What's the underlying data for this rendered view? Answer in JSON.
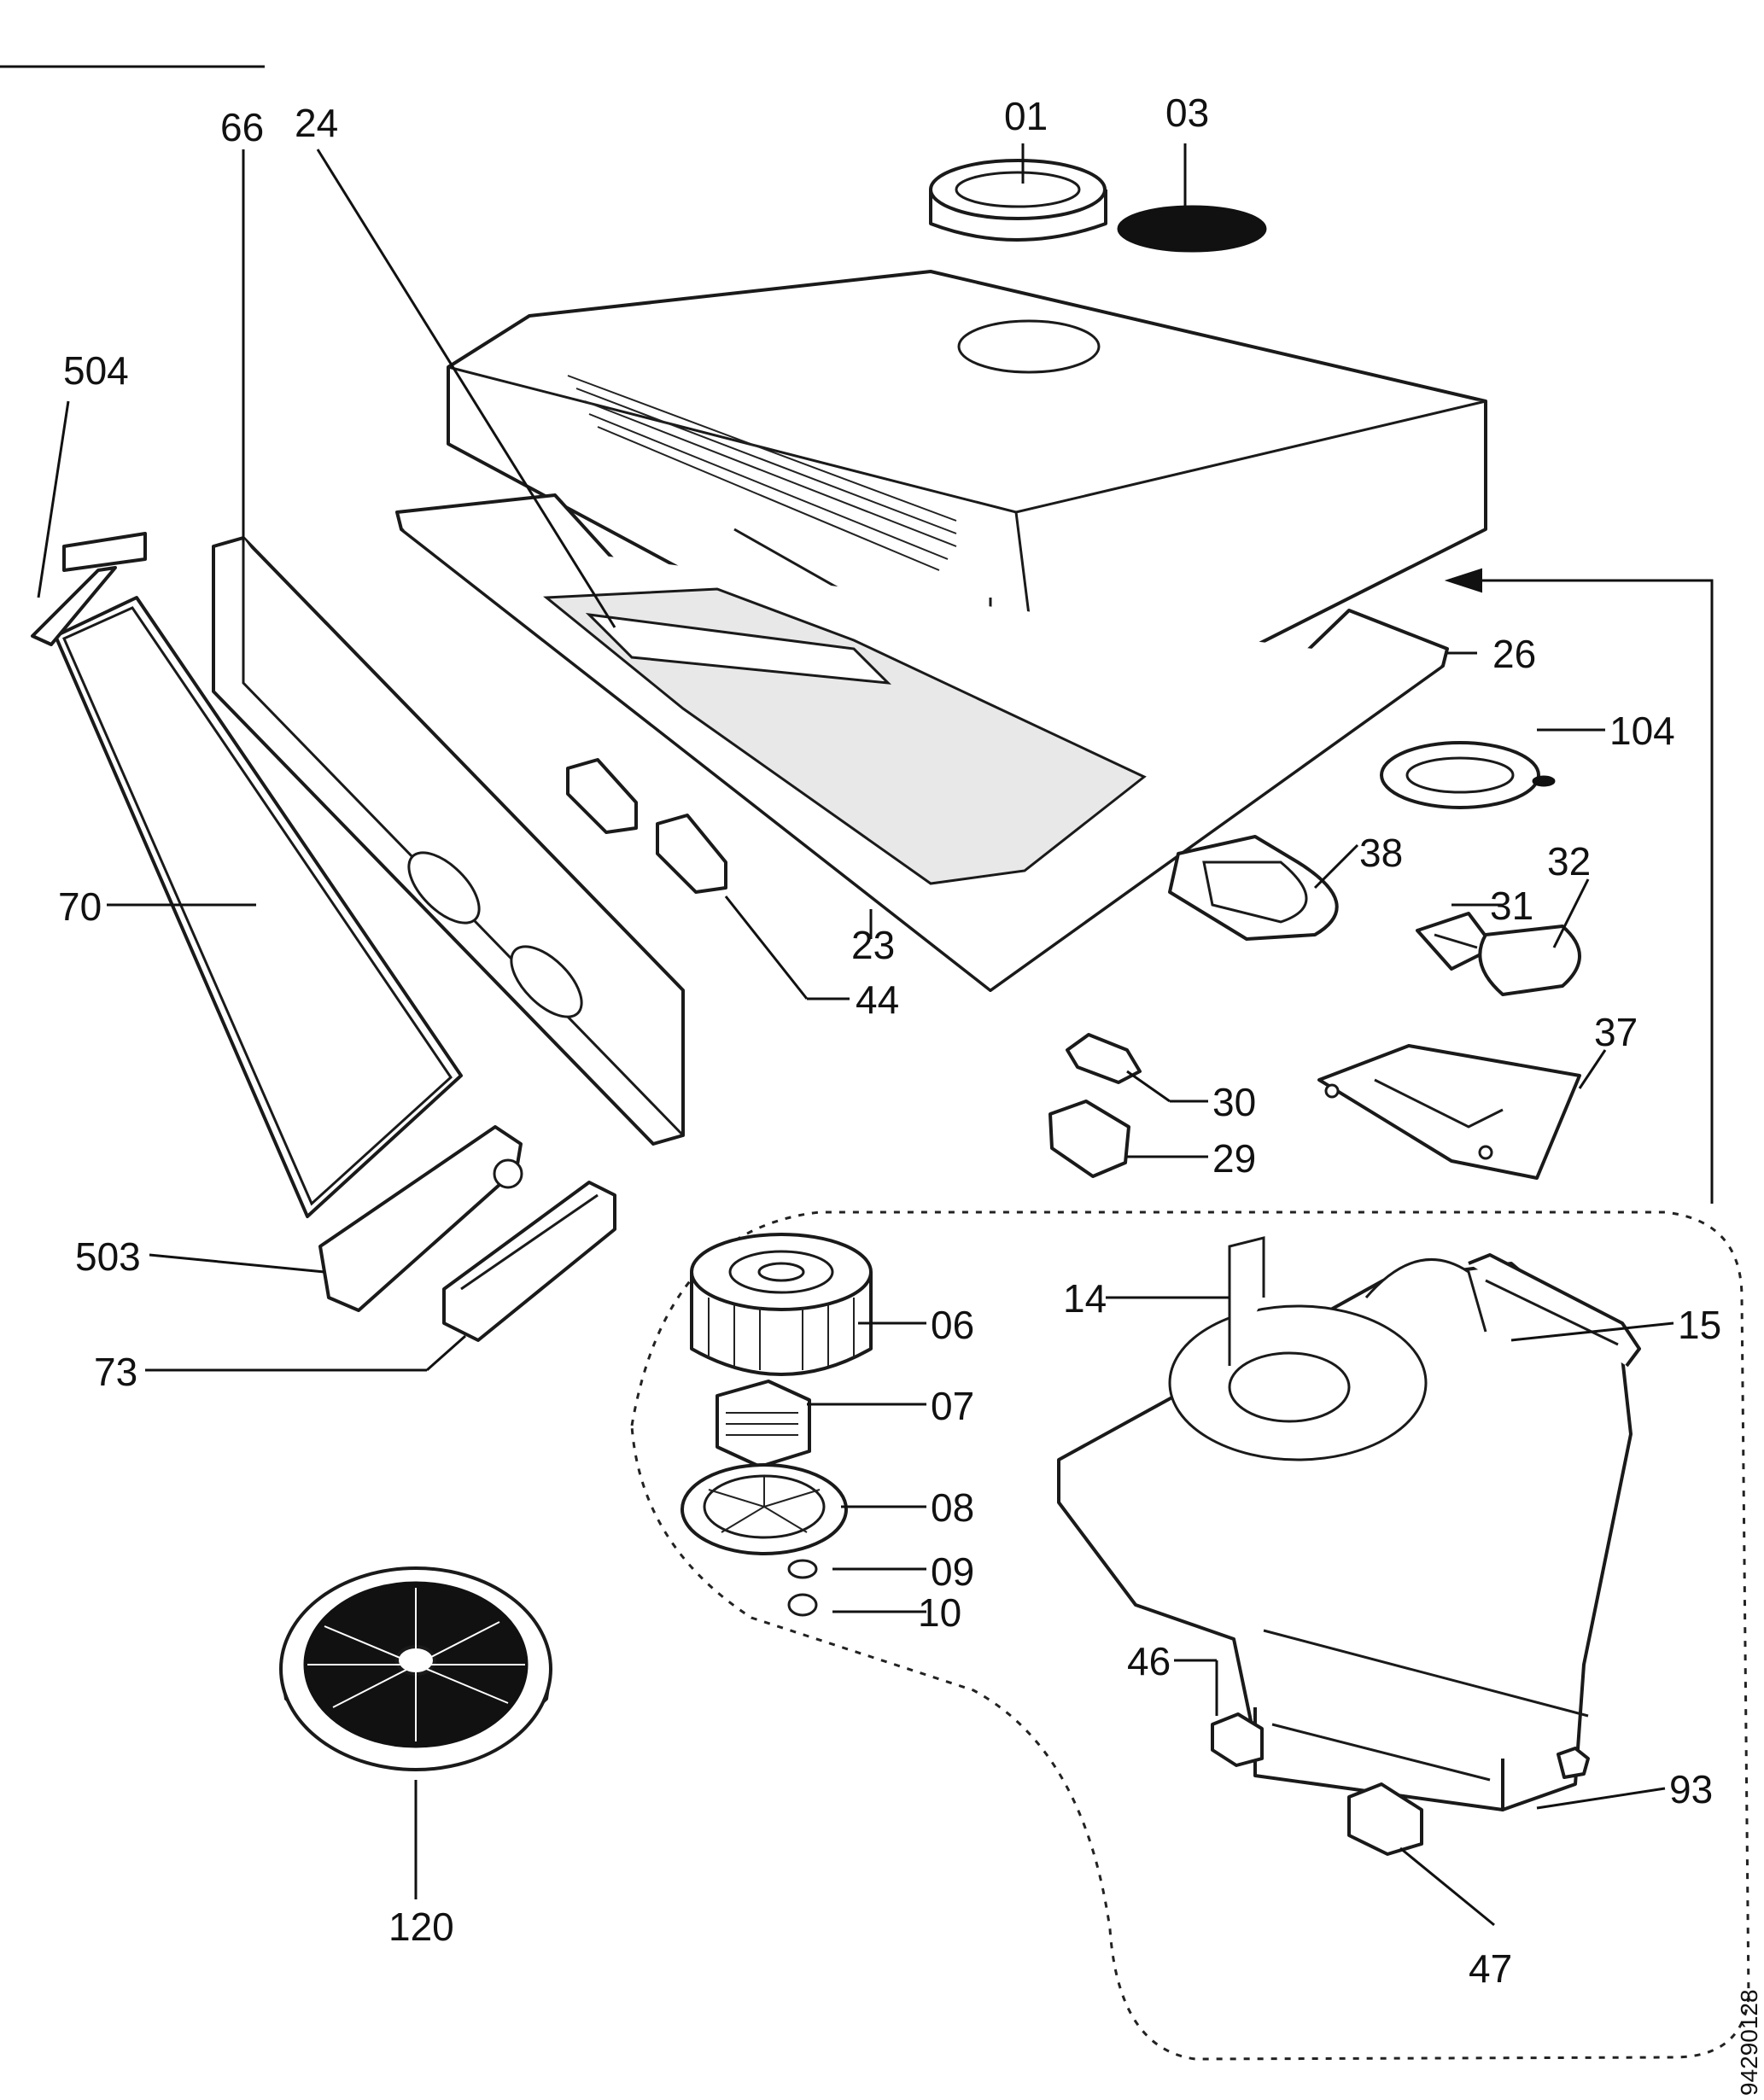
{
  "diagram": {
    "document_number": "94290128",
    "callouts": [
      {
        "id": "c01",
        "text": "01"
      },
      {
        "id": "c03",
        "text": "03"
      },
      {
        "id": "c66",
        "text": "66"
      },
      {
        "id": "c24",
        "text": "24"
      },
      {
        "id": "c504",
        "text": "504"
      },
      {
        "id": "c26",
        "text": "26"
      },
      {
        "id": "c104",
        "text": "104"
      },
      {
        "id": "c38",
        "text": "38"
      },
      {
        "id": "c32",
        "text": "32"
      },
      {
        "id": "c31",
        "text": "31"
      },
      {
        "id": "c23",
        "text": "23"
      },
      {
        "id": "c44",
        "text": "44"
      },
      {
        "id": "c70",
        "text": "70"
      },
      {
        "id": "c37",
        "text": "37"
      },
      {
        "id": "c30",
        "text": "30"
      },
      {
        "id": "c29",
        "text": "29"
      },
      {
        "id": "c503",
        "text": "503"
      },
      {
        "id": "c73",
        "text": "73"
      },
      {
        "id": "c06",
        "text": "06"
      },
      {
        "id": "c14",
        "text": "14"
      },
      {
        "id": "c15",
        "text": "15"
      },
      {
        "id": "c07",
        "text": "07"
      },
      {
        "id": "c08",
        "text": "08"
      },
      {
        "id": "c09",
        "text": "09"
      },
      {
        "id": "c10",
        "text": "10"
      },
      {
        "id": "c46",
        "text": "46"
      },
      {
        "id": "c93",
        "text": "93"
      },
      {
        "id": "c120",
        "text": "120"
      },
      {
        "id": "c47",
        "text": "47"
      }
    ]
  }
}
